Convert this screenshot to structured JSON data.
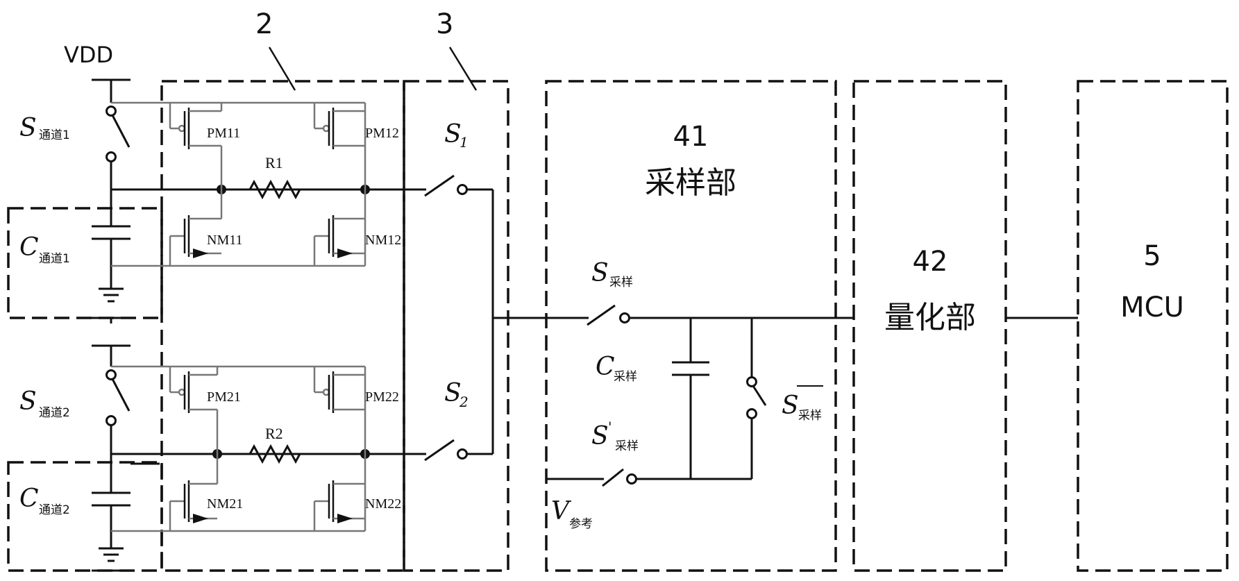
{
  "labels": {
    "vdd": "VDD",
    "num_2": "2",
    "num_3": "3",
    "block41_num": "41",
    "block41_name": "采样部",
    "block42_num": "42",
    "block42_name": "量化部",
    "block5_num": "5",
    "block5_name": "MCU",
    "s_main": "S",
    "ch1_sub": "通道1",
    "ch2_sub": "通道2",
    "c_main": "C",
    "v_main": "V",
    "v_sub": "参考",
    "sample_sub": "采样",
    "s1_sub": "1",
    "s2_sub": "2",
    "prime": "'",
    "pm11": "PM11",
    "pm12": "PM12",
    "nm11": "NM11",
    "nm12": "NM12",
    "pm21": "PM21",
    "pm22": "PM22",
    "nm21": "NM21",
    "nm22": "NM22",
    "r1": "R1",
    "r2": "R2"
  },
  "colors": {
    "wire": "#111111",
    "gray_wire": "#777777"
  }
}
